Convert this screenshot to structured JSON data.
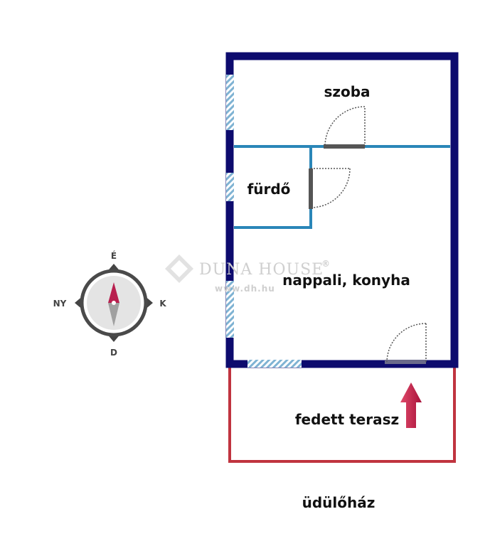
{
  "rooms": {
    "szoba": "szoba",
    "furdo": "fürdő",
    "nappali": "nappali, konyha",
    "terasz": "fedett terasz"
  },
  "title": "üdülőház",
  "compass": {
    "north": "É",
    "south": "D",
    "east": "K",
    "west": "NY"
  },
  "watermark": {
    "brand": "DUNA HOUSE",
    "registered": "®",
    "url": "www.dh.hu"
  },
  "colors": {
    "outer_wall": "#0d0b6e",
    "inner_wall": "#2a86b8",
    "terrace": "#c0343f",
    "window": "#7fb3d3",
    "arrow": "#c0234a"
  }
}
